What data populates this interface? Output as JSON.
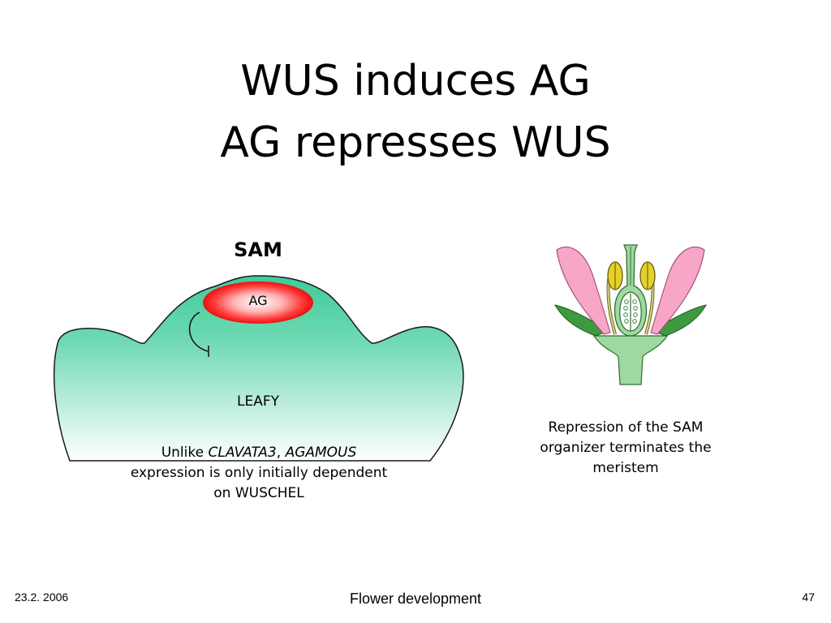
{
  "slide": {
    "title_line1": "WUS induces AG",
    "title_line2": "AG represses WUS"
  },
  "sam_diagram": {
    "sam_label": "SAM",
    "ag_label": "AG",
    "leafy_label": "LEAFY",
    "caption_prefix": "Unlike ",
    "caption_gene1": "CLAVATA3",
    "caption_comma": ", ",
    "caption_gene2": "AGAMOUS",
    "caption_rest": " expression is only initially dependent on WUSCHEL",
    "colors": {
      "meristem_top": "#3ecb9a",
      "meristem_bottom": "#ffffff",
      "ag_domain": "#ff2a2a"
    }
  },
  "flower_diagram": {
    "caption": "Repression of the SAM organizer terminates the meristem",
    "colors": {
      "petal": "#f7a6c7",
      "sepal": "#3f9a3f",
      "anther": "#e6d02a",
      "carpel": "#9fd8a0"
    }
  },
  "footer": {
    "date": "23.2. 2006",
    "title": "Flower development",
    "page": "47"
  }
}
